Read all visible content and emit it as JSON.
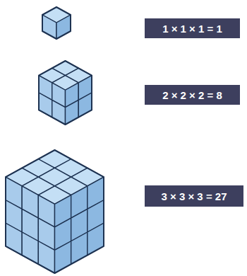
{
  "diagram": {
    "nodes": [
      {
        "text": [
          "1 × 1 × 1 = 1"
        ]
      },
      {
        "text": [
          "2 × 2 × 2 = 8"
        ]
      },
      {
        "text": [
          "3 × 3 × 3 = 27"
        ]
      }
    ]
  }
}
